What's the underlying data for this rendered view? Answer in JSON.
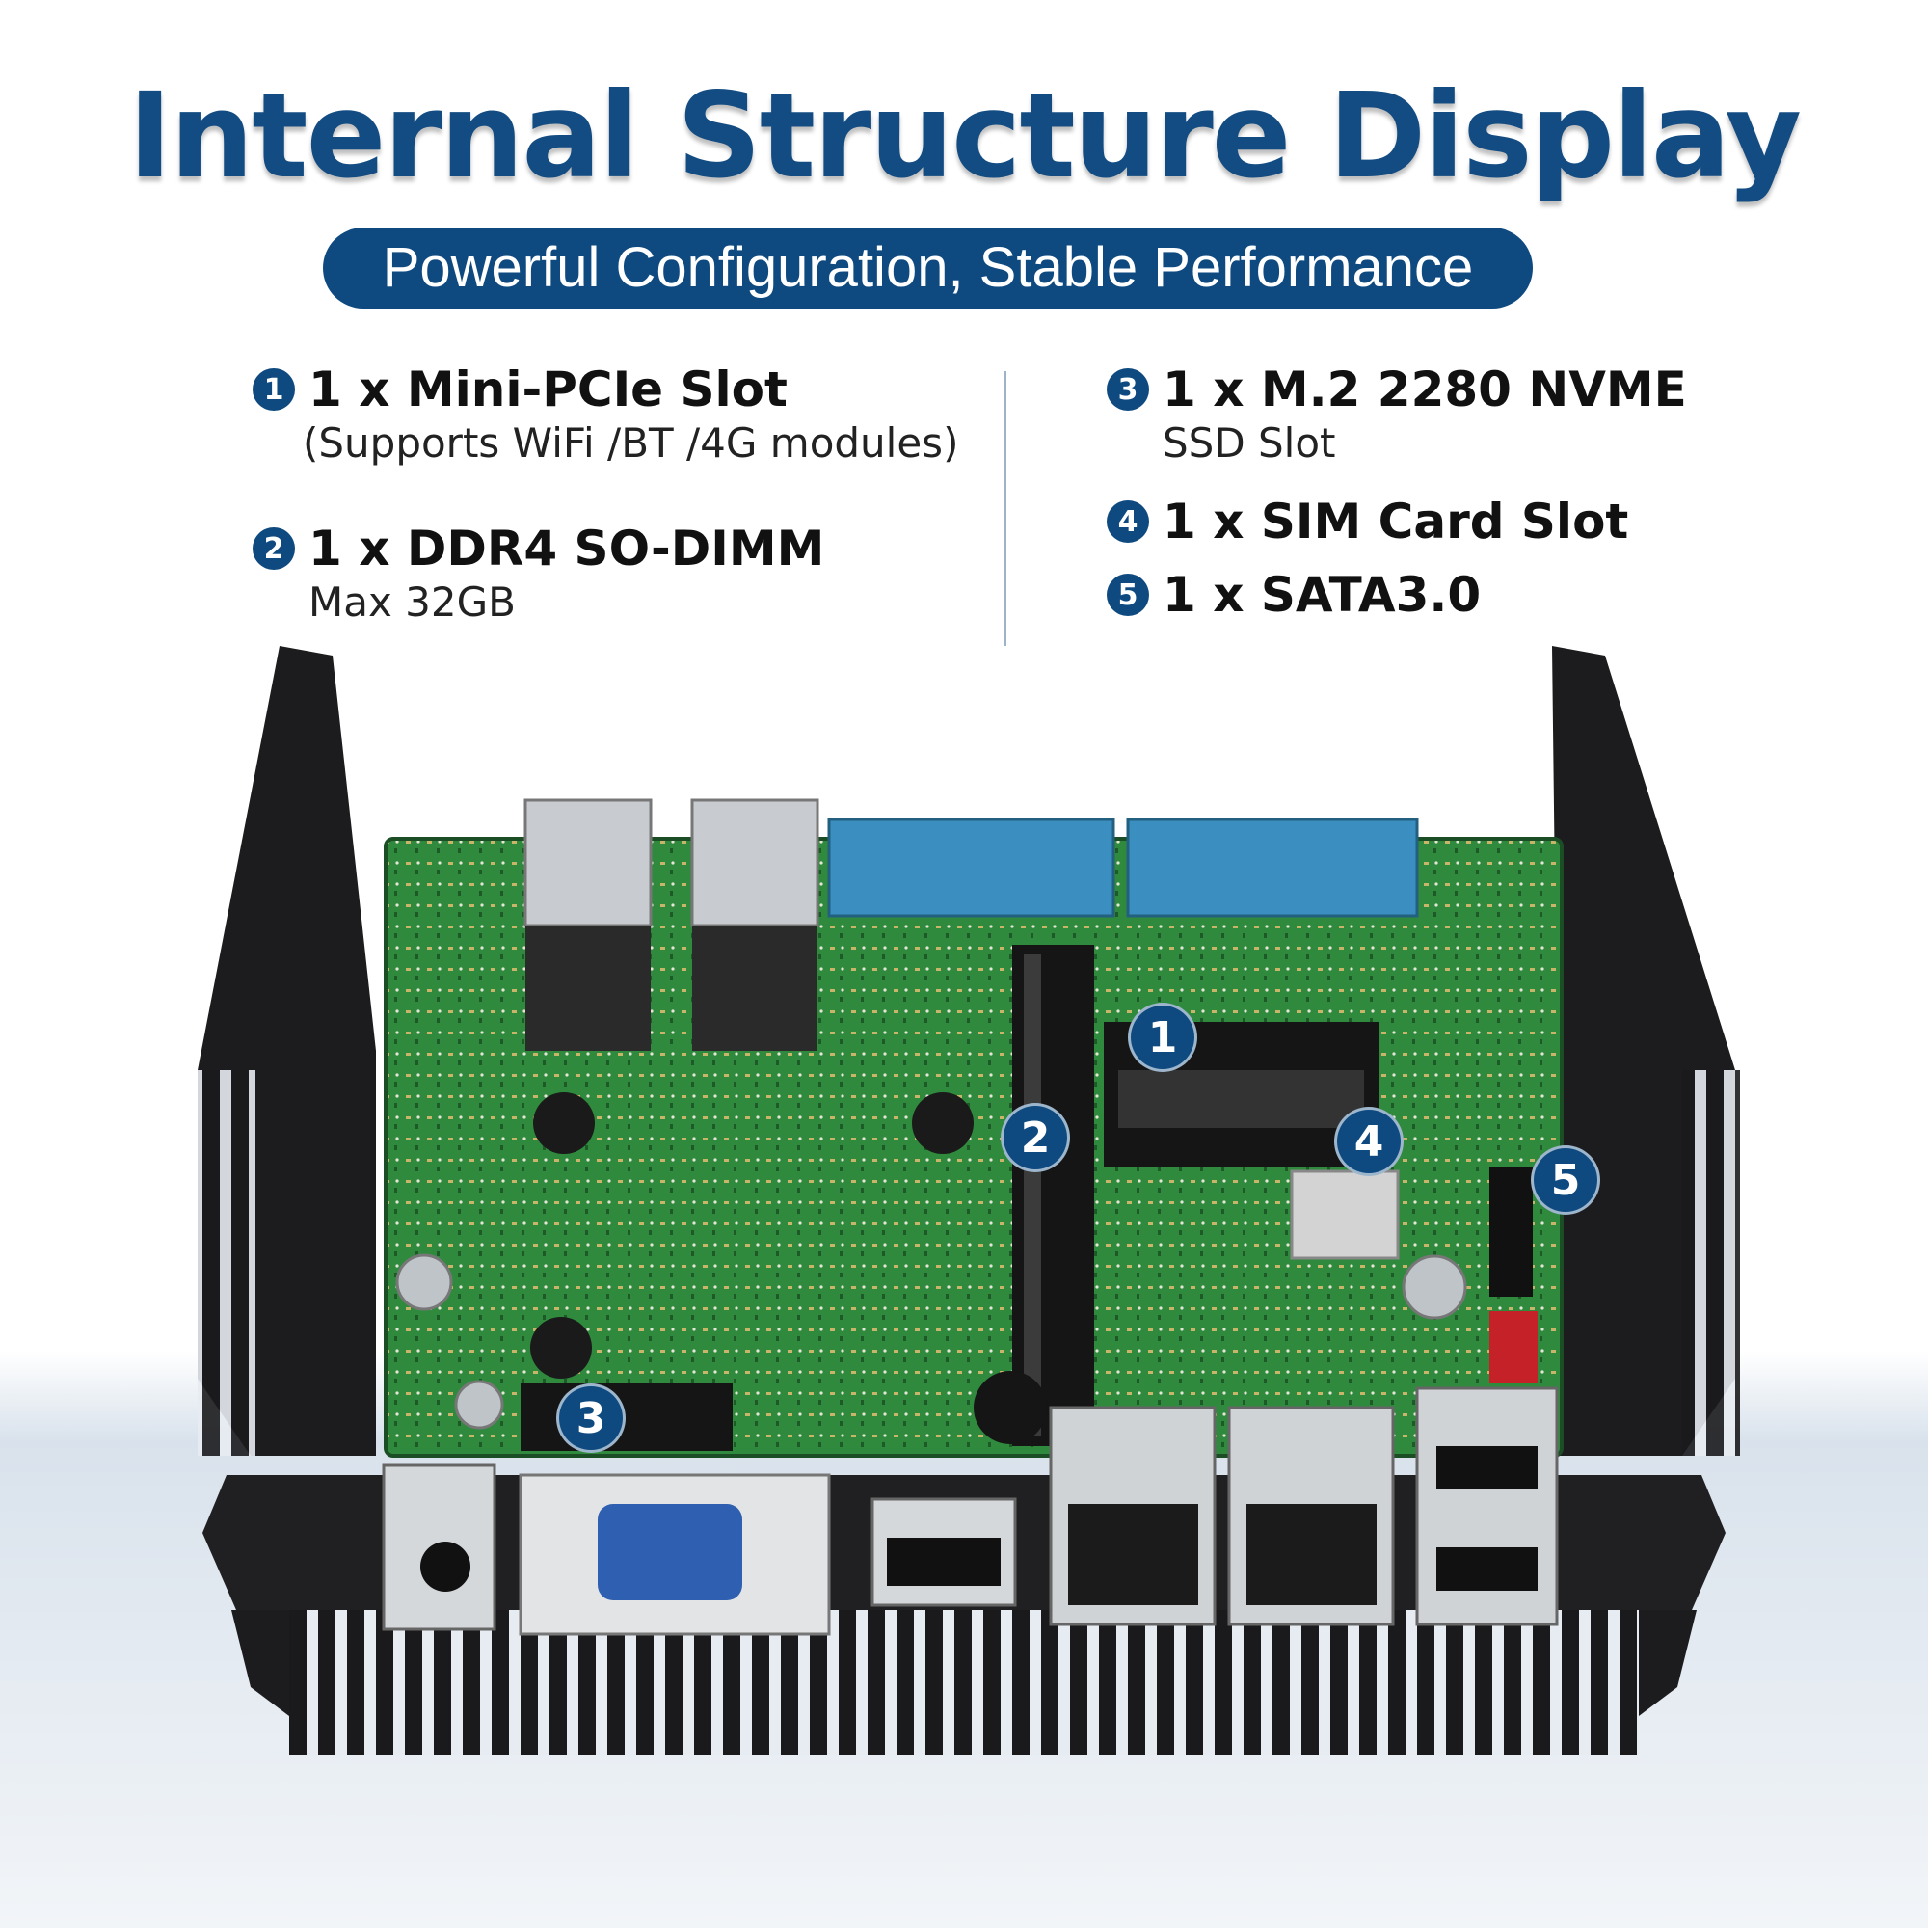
{
  "title": "Internal Structure Display",
  "subtitle": "Powerful Configuration, Stable Performance",
  "features": [
    {
      "num": "1",
      "title": "1 x Mini-PCIe Slot",
      "sub": "(Supports WiFi /BT /4G modules)"
    },
    {
      "num": "2",
      "title": "1 x DDR4 SO-DIMM",
      "sub": "Max 32GB"
    },
    {
      "num": "3",
      "title": "1 x M.2 2280 NVME",
      "sub": "SSD Slot"
    },
    {
      "num": "4",
      "title": "1 x SIM Card Slot",
      "sub": ""
    },
    {
      "num": "5",
      "title": "1 x SATA3.0",
      "sub": ""
    }
  ],
  "markers": [
    "1",
    "2",
    "3",
    "4",
    "5"
  ],
  "colors": {
    "brand": "#0e4a80",
    "board": "#2f8a3d",
    "chassis": "#1c1c1e",
    "vga": "#2f5fb0",
    "serial": "#3a8fc0"
  }
}
